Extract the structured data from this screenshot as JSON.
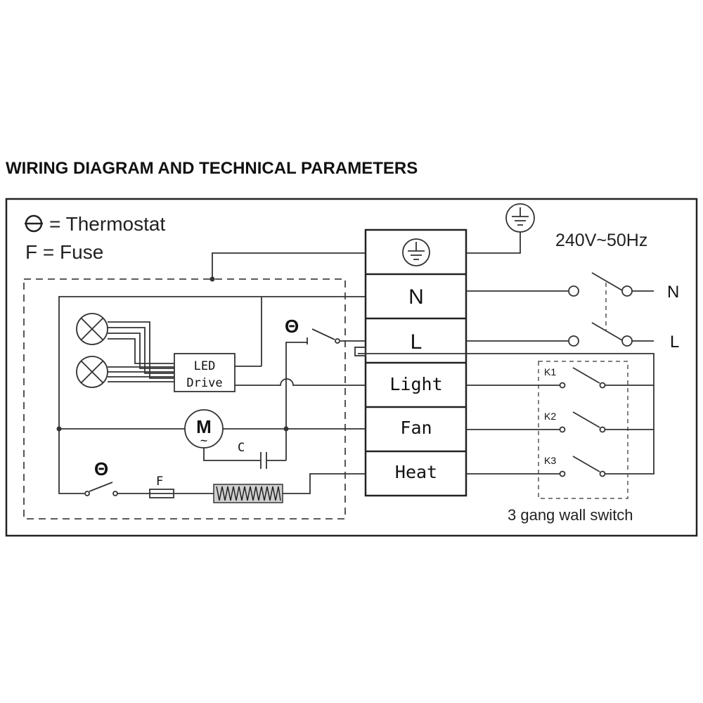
{
  "heading": "WIRING DIAGRAM AND TECHNICAL PARAMETERS",
  "legend": {
    "thermostat_symbol": "Θ",
    "thermostat_text": "= Thermostat",
    "fuse_text": "F = Fuse"
  },
  "supply": {
    "voltage": "240V~50Hz",
    "neutral": "N",
    "live": "L"
  },
  "terminals": {
    "earth_icon": "earth-ground-icon",
    "neutral": "N",
    "live": "L",
    "light": "Light",
    "fan": "Fan",
    "heat": "Heat"
  },
  "components": {
    "led_drive_line1": "LED",
    "led_drive_line2": "Drive",
    "motor_letter": "M",
    "motor_wave": "~",
    "capacitor": "C",
    "fuse": "F",
    "thermostat_1": "Θ",
    "thermostat_2": "Θ"
  },
  "wall_switch": {
    "k1": "K1",
    "k2": "K2",
    "k3": "K3",
    "caption": "3 gang wall switch"
  },
  "colors": {
    "line": "#333333",
    "frame": "#222222",
    "background": "#ffffff"
  }
}
